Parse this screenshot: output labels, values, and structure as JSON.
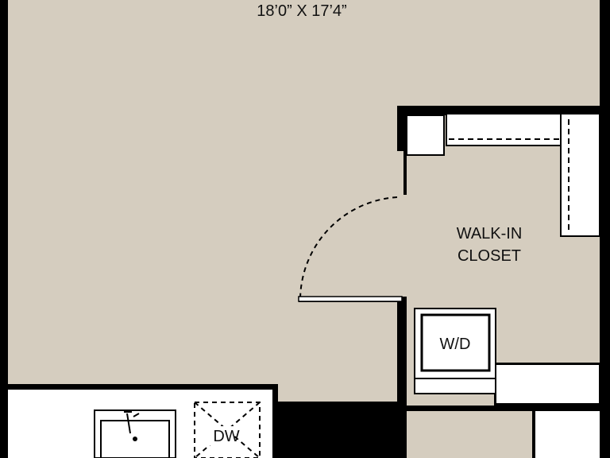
{
  "room": {
    "dimensions": "18’0” X 17’4”"
  },
  "closet": {
    "label_line1": "WALK-IN",
    "label_line2": "CLOSET"
  },
  "laundry": {
    "label": "W/D"
  },
  "kitchen": {
    "dishwasher_label": "DW"
  },
  "colors": {
    "floor": "#d5cdbf",
    "wall": "#000000",
    "cabinet": "#ffffff"
  }
}
